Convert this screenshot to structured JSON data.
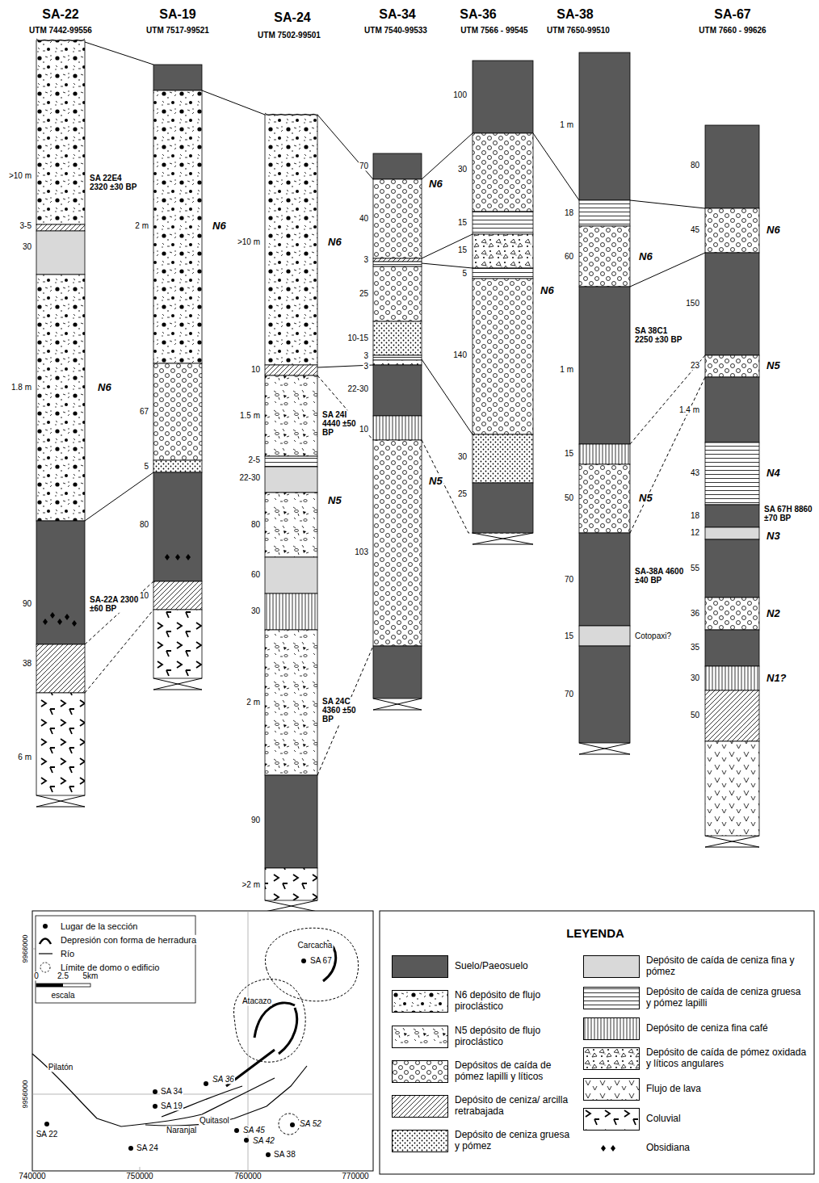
{
  "diagram": {
    "labels": [
      "SA-22",
      "UTM 7442-99556",
      "SA-19",
      "UTM 7517-99521",
      "SA-24",
      "UTM 7502-99501",
      "SA-34",
      "UTM 7540-99533",
      "SA-36",
      "UTM 7566 - 99545",
      "SA-38",
      "UTM 7650-99510",
      "SA-67",
      "UTM 7660 - 99626",
      ">10 m",
      "SA 22E4 2320 ±30 BP",
      "3-5",
      "30",
      "N6",
      "1.8 m",
      "90",
      "SA-22A 2300 ±60 BP",
      "38",
      "6 m",
      "2 m",
      "N6",
      "67",
      "5",
      "80",
      "10",
      ">10 m",
      "N6",
      "10",
      "1.5 m",
      "SA 24I 4440 ±50 BP",
      "2-5",
      "22-30",
      "N5",
      "80",
      "60",
      "30",
      "2 m",
      "SA 24C 4360 ±50 BP",
      "90",
      ">2 m",
      "70",
      "40",
      "N6",
      "3",
      "25",
      "10-15",
      "3",
      "3",
      "22-30",
      "10",
      "N5",
      "103",
      "100",
      "30",
      "15",
      "15",
      "5",
      "N6",
      "140",
      "30",
      "25",
      "1 m",
      "18",
      "60",
      "N6",
      "SA 38C1 2250 ±30 BP",
      "1 m",
      "15",
      "50",
      "N5",
      "70",
      "SA-38A 4600 ±40 BP",
      "15",
      "Cotopaxi?",
      "70",
      "80",
      "45",
      "N6",
      "150",
      "23",
      "N5",
      "1.4 m",
      "43",
      "N4",
      "18",
      "SA 67H 8860 ±70 BP",
      "12",
      "N3",
      "55",
      "36",
      "N2",
      "35",
      "30",
      "N1?",
      "50",
      "LEYENDA",
      "Lugar de la sección",
      "Depresión con forma de herradura",
      "Río",
      "Límite de domo o edificio",
      "0",
      "2.5",
      "5km",
      "escala",
      "9966000",
      "9956000",
      "740000",
      "750000",
      "760000",
      "770000",
      "Carcacha",
      "Atacazo",
      "Pilatón",
      "SA 22",
      "SA 34",
      "SA 36",
      "SA 19",
      "Naranjal",
      "Quitasol",
      "SA 45",
      "SA 42",
      "SA 52",
      "SA 24",
      "SA 38",
      "SA 67"
    ],
    "legend": [
      {
        "text": "Suelo/Paeosuelo",
        "color": "#595959"
      },
      {
        "text": "N6 depósito de flujo piroclástico"
      },
      {
        "text": "N5 depósito de flujo piroclástico"
      },
      {
        "text": "Depósitos de caída de pómez lapilli y líticos"
      },
      {
        "text": "Depósito de ceniza/ arcilla retrabajada"
      },
      {
        "text": "Depósito de ceniza gruesa y pómez"
      },
      {
        "text": "Depósito de caída de ceniza fina y pómez",
        "color": "#d9d9d9"
      },
      {
        "text": "Depósito de caída de ceniza gruesa y pómez lapilli"
      },
      {
        "text": "Depósito de ceniza fina café"
      },
      {
        "text": "Depósito de caída de pómez oxidada y líticos angulares"
      },
      {
        "text": "Flujo de lava"
      },
      {
        "text": "Coluvial"
      },
      {
        "text": "Obsidiana"
      }
    ]
  }
}
